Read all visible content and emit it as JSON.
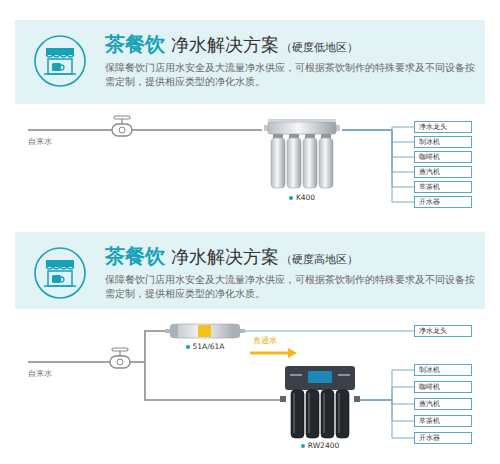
{
  "diagram": {
    "nodes": [
      {
        "text": [
          "茶餐饮",
          "净水解决方案",
          "（硬度低地区）",
          "保障餐饮门店用水安全及大流量净水供应，可根据茶饮制作的特殊要求及不同设备按需定制，提供相应类型的净化水质。"
        ]
      },
      {
        "text": [
          "自来水"
        ]
      },
      {
        "text": [
          "K400"
        ]
      },
      {
        "text": [
          "净水龙头"
        ]
      },
      {
        "text": [
          "制冰机"
        ]
      },
      {
        "text": [
          "咖啡机"
        ]
      },
      {
        "text": [
          "蒸汽机"
        ]
      },
      {
        "text": [
          "萃茶机"
        ]
      },
      {
        "text": [
          "开水器"
        ]
      },
      {
        "text": [
          "茶餐饮",
          "净水解决方案",
          "（硬度高地区）",
          "保障餐饮门店用水安全及大流量净水供应，可根据茶饮制作的特殊要求及不同设备按需定制，提供相应类型的净化水质。"
        ]
      },
      {
        "text": [
          "自来水"
        ]
      },
      {
        "text": [
          "51A/61A"
        ]
      },
      {
        "text": [
          "净水龙头"
        ]
      },
      {
        "text": [
          "RW2400"
        ]
      },
      {
        "text": [
          "制冰机"
        ]
      },
      {
        "text": [
          "咖啡机"
        ]
      },
      {
        "text": [
          "蒸汽机"
        ]
      },
      {
        "text": [
          "萃茶机"
        ]
      },
      {
        "text": [
          "开水器"
        ]
      }
    ],
    "edges": [
      {
        "from": 1,
        "to": 2,
        "arrow": "none"
      },
      {
        "from": 2,
        "to": 3,
        "arrow": "none"
      },
      {
        "from": 2,
        "to": 4,
        "arrow": "none"
      },
      {
        "from": 2,
        "to": 5,
        "arrow": "none"
      },
      {
        "from": 2,
        "to": 6,
        "arrow": "none"
      },
      {
        "from": 2,
        "to": 7,
        "arrow": "none"
      },
      {
        "from": 2,
        "to": 8,
        "arrow": "none"
      },
      {
        "from": 10,
        "to": 11,
        "arrow": "none"
      },
      {
        "from": 10,
        "to": 13,
        "arrow": "none"
      },
      {
        "from": 11,
        "to": 12,
        "arrow": "none"
      },
      {
        "from": 13,
        "to": 14,
        "arrow": "none"
      },
      {
        "from": 13,
        "to": 15,
        "arrow": "none"
      },
      {
        "from": 13,
        "to": 16,
        "arrow": "none"
      },
      {
        "from": 13,
        "to": 17,
        "arrow": "none"
      },
      {
        "from": 13,
        "to": 18,
        "arrow": "none"
      }
    ],
    "labels": [
      "直通水"
    ]
  }
}
